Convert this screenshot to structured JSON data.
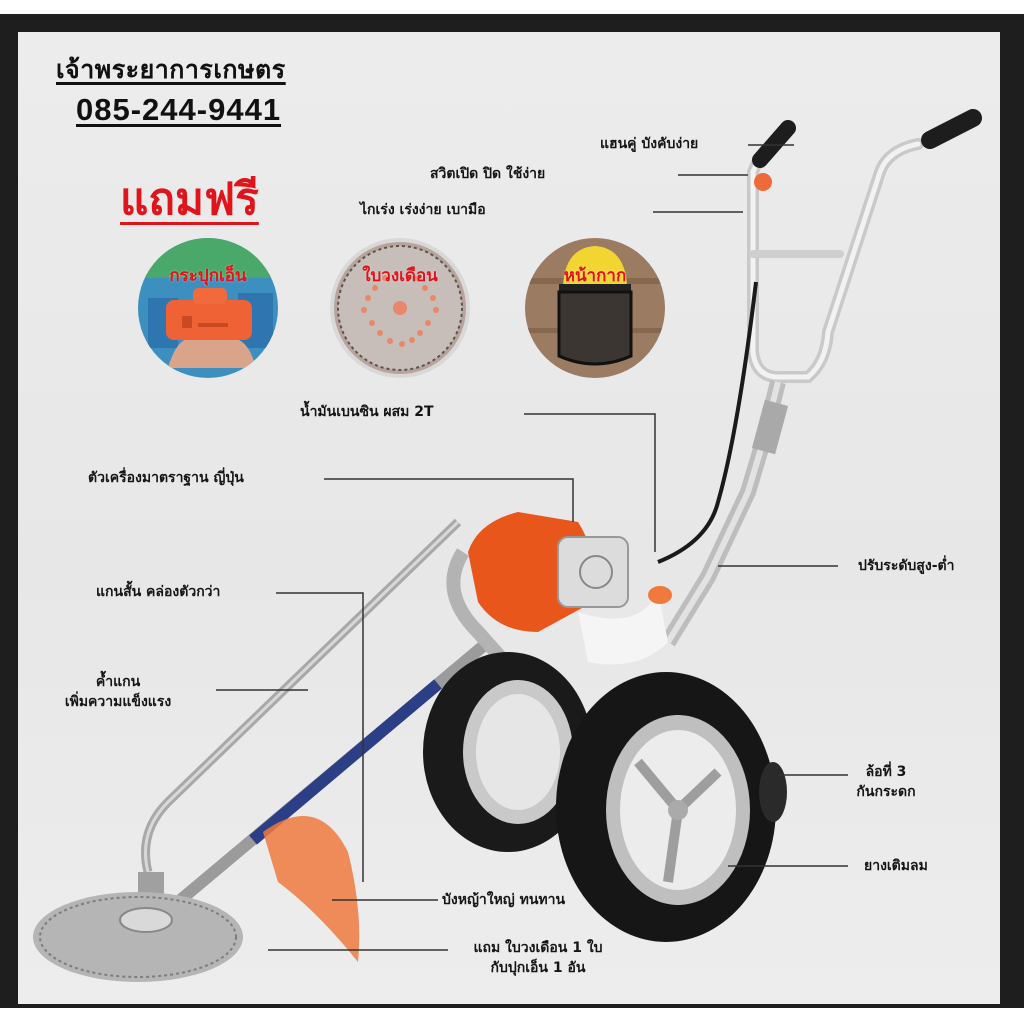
{
  "header": {
    "shop_name": "เจ้าพระยาการเกษตร",
    "phone": "085-244-9441",
    "free_gift_title": "แถมฟรี"
  },
  "gifts": [
    {
      "label": "กระปุกเอ็น",
      "icon": "trimmer-head-spool"
    },
    {
      "label": "ใบวงเดือน",
      "icon": "circular-saw-blade"
    },
    {
      "label": "หน้ากาก",
      "icon": "mesh-face-shield"
    }
  ],
  "callouts": {
    "handle": "แฮนคู่ บังคับง่าย",
    "switch": "สวิตเปิด ปิด ใช้ง่าย",
    "throttle": "ไกเร่ง เร่งง่าย เบามือ",
    "fuel": "น้ำมันเบนซิน ผสม 2T",
    "engine": "ตัวเครื่องมาตราฐาน ญี่ปุ่น",
    "short_shaft": "แกนสั้น คล่องตัวกว่า",
    "brace_line1": "ค้ำแกน",
    "brace_line2": "เพิ่มความแข็งแรง",
    "height_adjust": "ปรับระดับสูง-ต่ำ",
    "third_wheel_line1": "ล้อที่ 3",
    "third_wheel_line2": "กันกระดก",
    "tire": "ยางเติมลม",
    "guard": "บังหญ้าใหญ่ ทนทาน",
    "bonus_line1": "แถม ใบวงเดือน 1 ใบ",
    "bonus_line2": "กับปุกเอ็น 1 อัน"
  },
  "colors": {
    "accent_red": "#e0141b",
    "engine_orange": "#e8561c",
    "frame_dark": "#1e1e1e",
    "panel_bg": "#e9e9e9"
  }
}
